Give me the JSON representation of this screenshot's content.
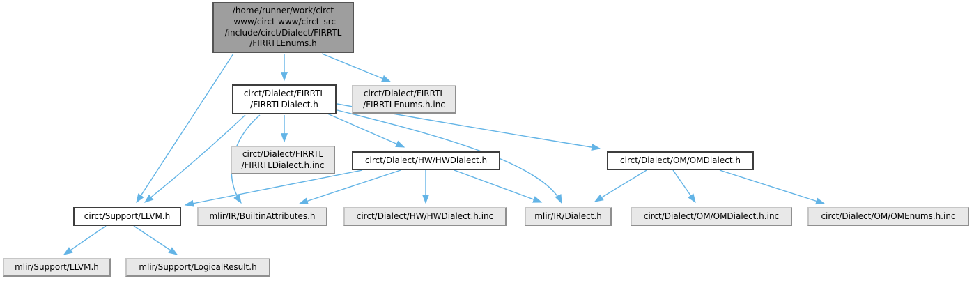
{
  "diagram": {
    "type": "include-dependency-graph",
    "edge_color": "#63b4e6",
    "node_fill_root": "#9e9e9e",
    "node_fill_generated": "#e8e8e8",
    "node_fill_header": "#ffffff",
    "nodes": {
      "root": {
        "label": "/home/runner/work/circt\n-www/circt-www/circt_src\n/include/circt/Dialect/FIRRTL\n/FIRRTLEnums.h"
      },
      "firrtl_dialect_h": {
        "label": "circt/Dialect/FIRRTL\n/FIRRTLDialect.h"
      },
      "firrtl_enums_inc": {
        "label": "circt/Dialect/FIRRTL\n/FIRRTLEnums.h.inc"
      },
      "firrtl_dialect_inc": {
        "label": "circt/Dialect/FIRRTL\n/FIRRTLDialect.h.inc"
      },
      "hw_dialect_h": {
        "label": "circt/Dialect/HW/HWDialect.h"
      },
      "om_dialect_h": {
        "label": "circt/Dialect/OM/OMDialect.h"
      },
      "circt_llvm_h": {
        "label": "circt/Support/LLVM.h"
      },
      "builtin_attributes_h": {
        "label": "mlir/IR/BuiltinAttributes.h"
      },
      "hw_dialect_inc": {
        "label": "circt/Dialect/HW/HWDialect.h.inc"
      },
      "mlir_dialect_h": {
        "label": "mlir/IR/Dialect.h"
      },
      "om_dialect_inc": {
        "label": "circt/Dialect/OM/OMDialect.h.inc"
      },
      "om_enums_inc": {
        "label": "circt/Dialect/OM/OMEnums.h.inc"
      },
      "mlir_llvm_h": {
        "label": "mlir/Support/LLVM.h"
      },
      "logical_result_h": {
        "label": "mlir/Support/LogicalResult.h"
      }
    },
    "edges": [
      {
        "from": "root",
        "to": "firrtl_dialect_h"
      },
      {
        "from": "root",
        "to": "firrtl_enums_inc"
      },
      {
        "from": "root",
        "to": "circt_llvm_h"
      },
      {
        "from": "firrtl_dialect_h",
        "to": "circt_llvm_h"
      },
      {
        "from": "firrtl_dialect_h",
        "to": "firrtl_dialect_inc"
      },
      {
        "from": "firrtl_dialect_h",
        "to": "builtin_attributes_h"
      },
      {
        "from": "firrtl_dialect_h",
        "to": "hw_dialect_h"
      },
      {
        "from": "firrtl_dialect_h",
        "to": "om_dialect_h"
      },
      {
        "from": "firrtl_dialect_h",
        "to": "mlir_dialect_h"
      },
      {
        "from": "hw_dialect_h",
        "to": "circt_llvm_h"
      },
      {
        "from": "hw_dialect_h",
        "to": "builtin_attributes_h"
      },
      {
        "from": "hw_dialect_h",
        "to": "hw_dialect_inc"
      },
      {
        "from": "hw_dialect_h",
        "to": "mlir_dialect_h"
      },
      {
        "from": "om_dialect_h",
        "to": "mlir_dialect_h"
      },
      {
        "from": "om_dialect_h",
        "to": "om_dialect_inc"
      },
      {
        "from": "om_dialect_h",
        "to": "om_enums_inc"
      },
      {
        "from": "circt_llvm_h",
        "to": "mlir_llvm_h"
      },
      {
        "from": "circt_llvm_h",
        "to": "logical_result_h"
      }
    ]
  }
}
